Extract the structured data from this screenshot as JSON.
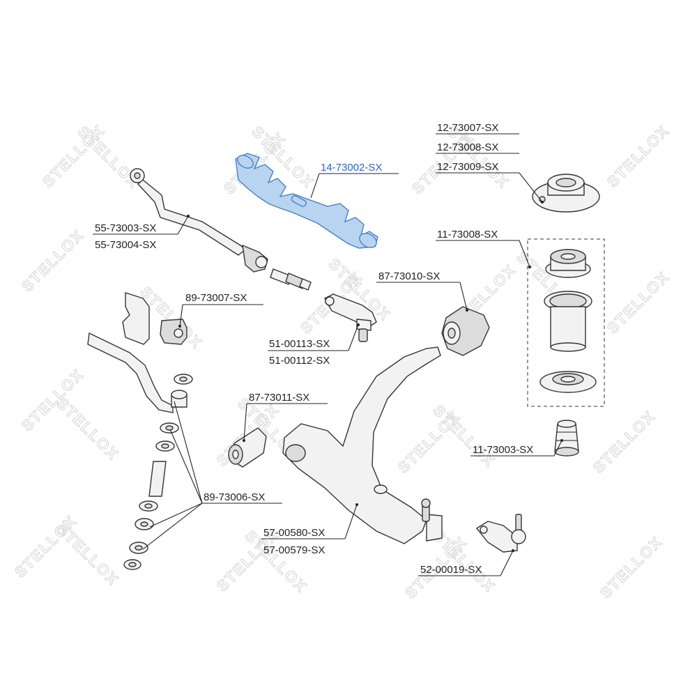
{
  "watermark": {
    "text": "STELLOX"
  },
  "labels": {
    "l1": "14-73002-SX",
    "l2": "12-73007-SX",
    "l3": "12-73008-SX",
    "l4": "12-73009-SX",
    "l5": "11-73008-SX",
    "l6": "55-73003-SX",
    "l7": "55-73004-SX",
    "l8": "87-73010-SX",
    "l9": "89-73007-SX",
    "l10": "51-00113-SX",
    "l11": "51-00112-SX",
    "l12": "87-73011-SX",
    "l13": "11-73003-SX",
    "l14": "89-73006-SX",
    "l15": "57-00580-SX",
    "l16": "57-00579-SX",
    "l17": "52-00019-SX"
  },
  "highlight_color": "#2f64b8"
}
